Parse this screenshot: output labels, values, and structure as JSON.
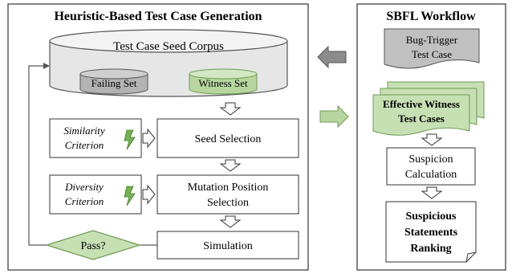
{
  "left_panel": {
    "title": "Heuristic-Based Test Case Generation",
    "corpus_title": "Test Case Seed Corpus",
    "failing_set": "Failing Set",
    "witness_set": "Witness Set",
    "similarity_label_1": "Similarity",
    "similarity_label_2": "Criterion",
    "seed_selection": "Seed Selection",
    "diversity_label_1": "Diversity",
    "diversity_label_2": "Criterion",
    "mutation_label_1": "Mutation Position",
    "mutation_label_2": "Selection",
    "pass_label": "Pass?",
    "simulation": "Simulation"
  },
  "right_panel": {
    "title": "SBFL Workflow",
    "bug_trigger_1": "Bug-Trigger",
    "bug_trigger_2": "Test Case",
    "effective_1": "Effective Witness",
    "effective_2": "Test Cases",
    "suspicion_1": "Suspicion",
    "suspicion_2": "Calculation",
    "suspicious_1": "Suspicious",
    "suspicious_2": "Statements",
    "suspicious_3": "Ranking"
  },
  "colors": {
    "gray_fill": "#c0c0c0",
    "light_gray": "#ececec",
    "green_fill": "#c6e0b4",
    "green_stroke": "#6f9a52",
    "dark_green": "#3a7d1e",
    "line": "#555555"
  }
}
